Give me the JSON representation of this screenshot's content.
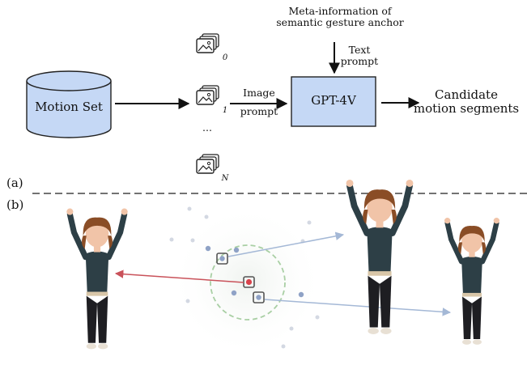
{
  "panel_a": {
    "tag": "(a)",
    "motion_set": "Motion Set",
    "image_indices": [
      "0",
      "1",
      "...",
      "N"
    ],
    "image_prompt": [
      "Image",
      "prompt"
    ],
    "meta_info": [
      "Meta-information of",
      "semantic gesture anchor"
    ],
    "text_prompt": [
      "Text",
      "prompt"
    ],
    "model": "GPT-4V",
    "output": [
      "Candidate",
      "motion segments"
    ]
  },
  "panel_b": {
    "tag": "(b)"
  },
  "colors": {
    "box_fill": "#c5d8f5",
    "box_stroke": "#222222",
    "highlight_point": "#d9434b",
    "point": "#8fa2c6",
    "red_arrow": "#c9525a",
    "blue_arrow": "#a4b8d6",
    "dashed_circle": "#a9cfa4",
    "top_dark": "#2d3f46",
    "pants": "#1e1e22",
    "hair": "#8a4d26",
    "skin": "#f1c4a8"
  }
}
